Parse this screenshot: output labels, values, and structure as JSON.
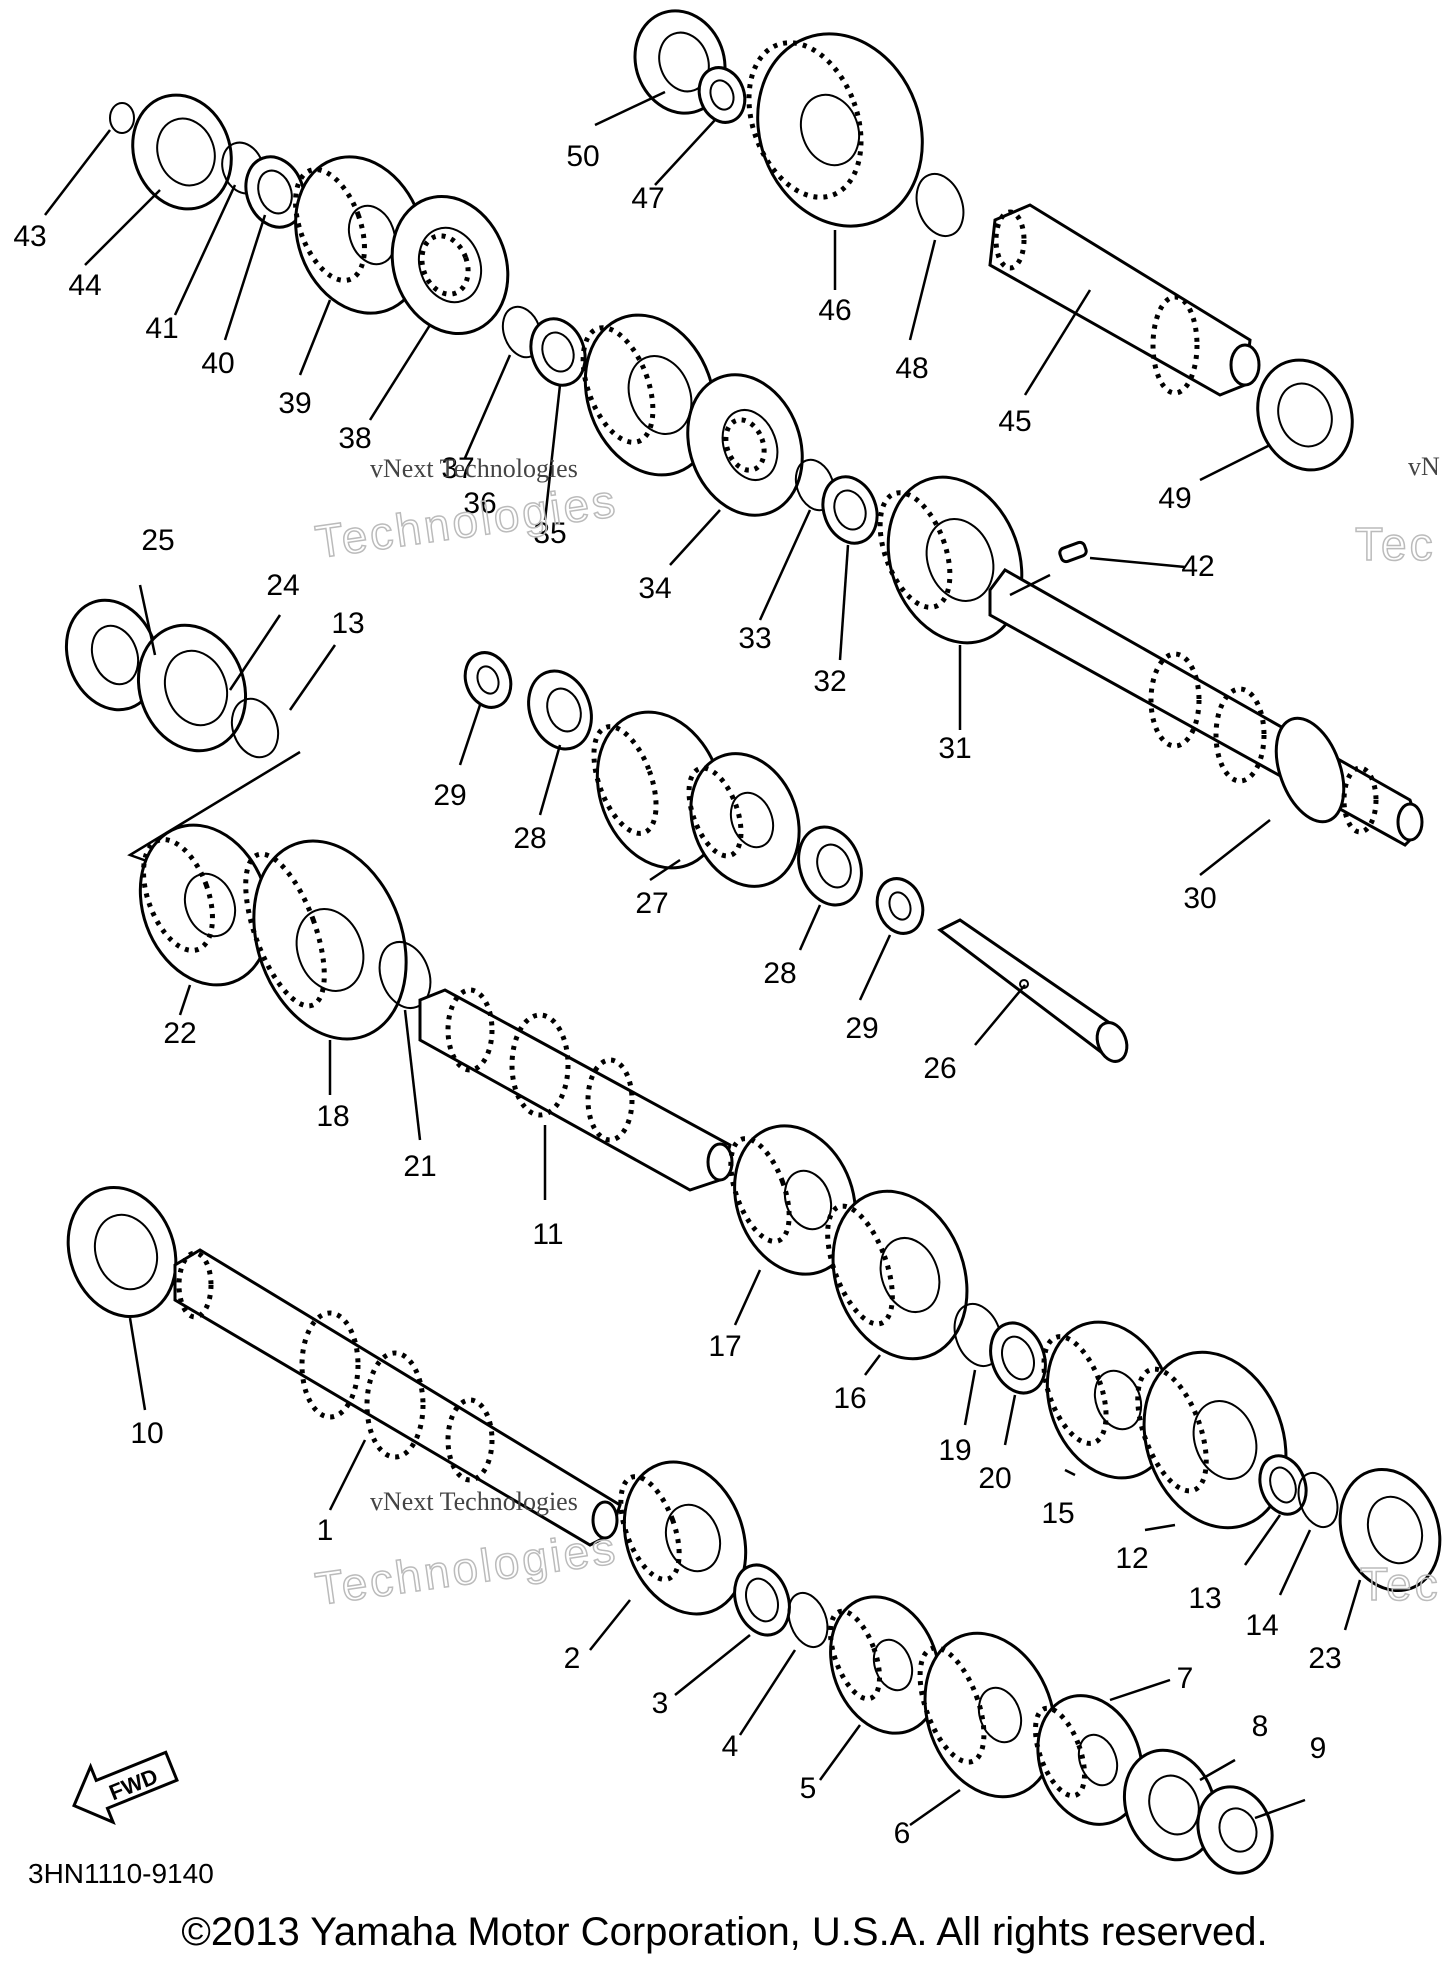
{
  "diagram_code": "3HN1110-9140",
  "fwd_label": "FWD",
  "copyright": "©2013 Yamaha Motor Corporation, U.S.A. All rights reserved.",
  "watermark": {
    "line": "vNext Technologies",
    "word": "Technologies",
    "word_short": "Tec",
    "word_edge": "vN"
  },
  "icons": [
    "fwd-arrow-icon"
  ],
  "callouts": [
    "1",
    "2",
    "3",
    "4",
    "5",
    "6",
    "7",
    "8",
    "9",
    "10",
    "11",
    "12",
    "13",
    "14",
    "15",
    "16",
    "17",
    "18",
    "19",
    "20",
    "21",
    "22",
    "23",
    "24",
    "25",
    "26",
    "27",
    "28",
    "29",
    "30",
    "31",
    "32",
    "33",
    "34",
    "35",
    "36",
    "37",
    "38",
    "39",
    "40",
    "41",
    "42",
    "43",
    "44",
    "45",
    "46",
    "47",
    "48",
    "49",
    "50",
    "13",
    "28",
    "29"
  ]
}
